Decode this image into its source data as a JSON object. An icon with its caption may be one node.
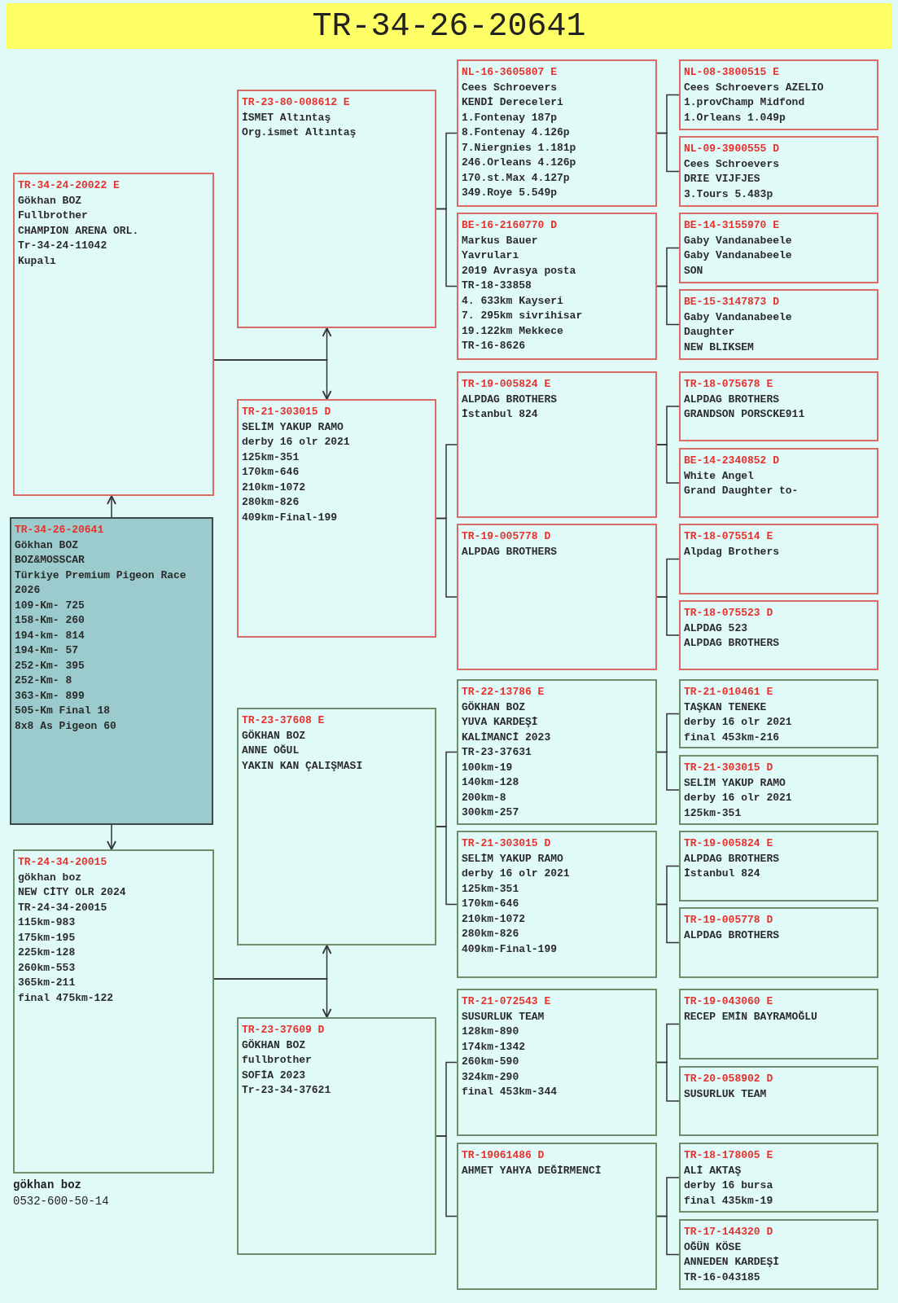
{
  "diagram": {
    "title": "TR-34-26-20641",
    "nodes": [
      {
        "text": [
          "TR-34-24-20022 E",
          "Gökhan BOZ",
          "Fullbrother",
          "CHAMPION ARENA ORL.",
          "Tr-34-24-11042",
          "Kupalı"
        ]
      },
      {
        "text": [
          "TR-34-26-20641",
          "Gökhan BOZ",
          "BOZ&MOSSCAR",
          "Türkiye Premium Pigeon Race 2026",
          "109-Km- 725",
          "158-Km- 260",
          "194-km- 814",
          "194-Km- 57",
          "252-Km- 395",
          "252-Km- 8",
          "363-Km- 899",
          "505-Km Final 18",
          "8x8 As Pigeon 60"
        ]
      },
      {
        "text": [
          "TR-24-34-20015",
          "gökhan boz",
          "NEW CİTY OLR 2024",
          "TR-24-34-20015",
          "115km-983",
          "175km-195",
          "225km-128",
          "260km-553",
          "365km-211",
          "final 475km-122"
        ]
      },
      {
        "text": [
          "TR-23-80-008612 E",
          "İSMET Altıntaş",
          "Org.ismet Altıntaş"
        ]
      },
      {
        "text": [
          "TR-21-303015 D",
          "SELİM YAKUP RAMO",
          "derby 16 olr 2021",
          "125km-351",
          "170km-646",
          "210km-1072",
          "280km-826",
          "409km-Final-199"
        ]
      },
      {
        "text": [
          "TR-23-37608 E",
          "GÖKHAN BOZ",
          "ANNE OĞUL",
          "YAKIN KAN ÇALIŞMASI"
        ]
      },
      {
        "text": [
          "TR-23-37609 D",
          "GÖKHAN BOZ",
          "fullbrother",
          "SOFİA 2023",
          "Tr-23-34-37621"
        ]
      },
      {
        "text": [
          "NL-16-3605807 E",
          "Cees Schroevers",
          "KENDİ Dereceleri",
          "1.Fontenay 187p",
          "8.Fontenay 4.126p",
          "7.Niergnies 1.181p",
          "246.Orleans 4.126p",
          "170.st.Max 4.127p",
          "349.Roye 5.549p"
        ]
      },
      {
        "text": [
          "BE-16-2160770 D",
          "Markus Bauer",
          "Yavruları",
          "2019 Avrasya posta",
          "TR-18-33858",
          "4. 633km Kayseri",
          "7. 295km sivrihisar",
          "19.122km Mekkece",
          "TR-16-8626"
        ]
      },
      {
        "text": [
          "TR-19-005824 E",
          "ALPDAG BROTHERS",
          "İstanbul 824"
        ]
      },
      {
        "text": [
          "TR-19-005778 D",
          "ALPDAG BROTHERS"
        ]
      },
      {
        "text": [
          "TR-22-13786 E",
          "GÖKHAN BOZ",
          "YUVA KARDEŞİ",
          "KALİMANCİ 2023",
          "TR-23-37631",
          "100km-19",
          "140km-128",
          "200km-8",
          "300km-257"
        ]
      },
      {
        "text": [
          "TR-21-303015 D",
          "SELİM YAKUP RAMO",
          "derby 16 olr 2021",
          "125km-351",
          "170km-646",
          "210km-1072",
          "280km-826",
          "409km-Final-199"
        ]
      },
      {
        "text": [
          "TR-21-072543 E",
          "SUSURLUK TEAM",
          "128km-890",
          "174km-1342",
          "260km-590",
          "324km-290",
          "final 453km-344"
        ]
      },
      {
        "text": [
          "TR-19061486 D",
          "AHMET YAHYA DEĞİRMENCİ"
        ]
      },
      {
        "text": [
          "NL-08-3800515 E",
          "Cees Schroevers AZELIO",
          "1.provChamp Midfond",
          "1.Orleans 1.049p"
        ]
      },
      {
        "text": [
          "NL-09-3900555 D",
          "Cees Schroevers",
          "DRIE VIJFJES",
          "3.Tours 5.483p"
        ]
      },
      {
        "text": [
          "BE-14-3155970 E",
          "Gaby Vandanabeele",
          "Gaby Vandanabeele",
          "SON"
        ]
      },
      {
        "text": [
          "BE-15-3147873 D",
          "Gaby Vandanabeele",
          "Daughter",
          "NEW BLIKSEM"
        ]
      },
      {
        "text": [
          "TR-18-075678 E",
          "ALPDAG BROTHERS",
          "GRANDSON PORSCKE911"
        ]
      },
      {
        "text": [
          "BE-14-2340852 D",
          "White Angel",
          "Grand Daughter to-"
        ]
      },
      {
        "text": [
          "TR-18-075514 E",
          "Alpdag Brothers"
        ]
      },
      {
        "text": [
          "TR-18-075523 D",
          "ALPDAG 523",
          "ALPDAG BROTHERS"
        ]
      },
      {
        "text": [
          "TR-21-010461 E",
          "TAŞKAN TENEKE",
          "derby 16 olr 2021",
          "final 453km-216"
        ]
      },
      {
        "text": [
          "TR-21-303015 D",
          "SELİM YAKUP RAMO",
          "derby 16 olr 2021",
          "125km-351"
        ]
      },
      {
        "text": [
          "TR-19-005824 E",
          "ALPDAG BROTHERS",
          "İstanbul 824"
        ]
      },
      {
        "text": [
          "TR-19-005778 D",
          "ALPDAG BROTHERS"
        ]
      },
      {
        "text": [
          "TR-19-043060 E",
          "RECEP EMİN BAYRAMOĞLU"
        ]
      },
      {
        "text": [
          "TR-20-058902 D",
          "SUSURLUK TEAM"
        ]
      },
      {
        "text": [
          "TR-18-178005 E",
          "ALİ AKTAŞ",
          "derby 16 bursa",
          "final 435km-19"
        ]
      },
      {
        "text": [
          "TR-17-144320 D",
          "OĞÜN KÖSE",
          "ANNEDEN KARDEŞİ",
          "TR-16-043185"
        ]
      }
    ],
    "edges": [
      {
        "from": 1,
        "to": 0,
        "arrow": "to"
      },
      {
        "from": 1,
        "to": 2,
        "arrow": "to"
      },
      {
        "from": 0,
        "to": 3,
        "arrow": "to"
      },
      {
        "from": 0,
        "to": 4,
        "arrow": "to"
      },
      {
        "from": 2,
        "to": 5,
        "arrow": "to"
      },
      {
        "from": 2,
        "to": 6,
        "arrow": "to"
      },
      {
        "from": 3,
        "to": 7,
        "arrow": "none"
      },
      {
        "from": 3,
        "to": 8,
        "arrow": "none"
      },
      {
        "from": 4,
        "to": 9,
        "arrow": "none"
      },
      {
        "from": 4,
        "to": 10,
        "arrow": "none"
      },
      {
        "from": 5,
        "to": 11,
        "arrow": "none"
      },
      {
        "from": 5,
        "to": 12,
        "arrow": "none"
      },
      {
        "from": 6,
        "to": 13,
        "arrow": "none"
      },
      {
        "from": 6,
        "to": 14,
        "arrow": "none"
      },
      {
        "from": 7,
        "to": 15,
        "arrow": "none"
      },
      {
        "from": 7,
        "to": 16,
        "arrow": "none"
      },
      {
        "from": 8,
        "to": 17,
        "arrow": "none"
      },
      {
        "from": 8,
        "to": 18,
        "arrow": "none"
      },
      {
        "from": 9,
        "to": 19,
        "arrow": "none"
      },
      {
        "from": 9,
        "to": 20,
        "arrow": "none"
      },
      {
        "from": 10,
        "to": 21,
        "arrow": "none"
      },
      {
        "from": 10,
        "to": 22,
        "arrow": "none"
      },
      {
        "from": 11,
        "to": 23,
        "arrow": "none"
      },
      {
        "from": 11,
        "to": 24,
        "arrow": "none"
      },
      {
        "from": 12,
        "to": 25,
        "arrow": "none"
      },
      {
        "from": 12,
        "to": 26,
        "arrow": "none"
      },
      {
        "from": 13,
        "to": 27,
        "arrow": "none"
      },
      {
        "from": 13,
        "to": 28,
        "arrow": "none"
      },
      {
        "from": 14,
        "to": 29,
        "arrow": "none"
      },
      {
        "from": 14,
        "to": 30,
        "arrow": "none"
      }
    ],
    "labels": [
      "gökhan boz",
      "0532-600-50-14"
    ]
  }
}
